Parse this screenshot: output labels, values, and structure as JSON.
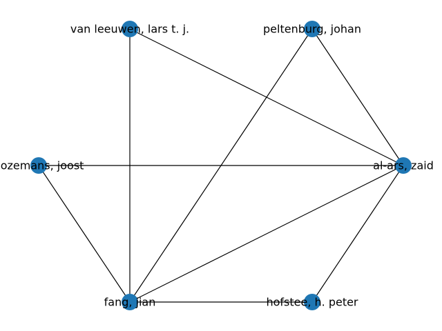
{
  "colors": {
    "node": "#1f77b4",
    "edge": "#000000",
    "label": "#000000",
    "background": "#ffffff"
  },
  "nodes": [
    {
      "id": "van_leeuwen",
      "label": "van leeuwen, lars t. j."
    },
    {
      "id": "peltenburg",
      "label": "peltenburg, johan"
    },
    {
      "id": "bozemans",
      "label": "bozemans, joost"
    },
    {
      "id": "al_ars",
      "label": "al-ars, zaid"
    },
    {
      "id": "fang",
      "label": "fang, jian"
    },
    {
      "id": "hofstee",
      "label": "hofstee, h. peter"
    }
  ],
  "edges": [
    {
      "source": "van_leeuwen",
      "target": "fang"
    },
    {
      "source": "van_leeuwen",
      "target": "al_ars"
    },
    {
      "source": "peltenburg",
      "target": "fang"
    },
    {
      "source": "peltenburg",
      "target": "al_ars"
    },
    {
      "source": "bozemans",
      "target": "al_ars"
    },
    {
      "source": "bozemans",
      "target": "fang"
    },
    {
      "source": "fang",
      "target": "al_ars"
    },
    {
      "source": "fang",
      "target": "hofstee"
    },
    {
      "source": "al_ars",
      "target": "hofstee"
    }
  ]
}
